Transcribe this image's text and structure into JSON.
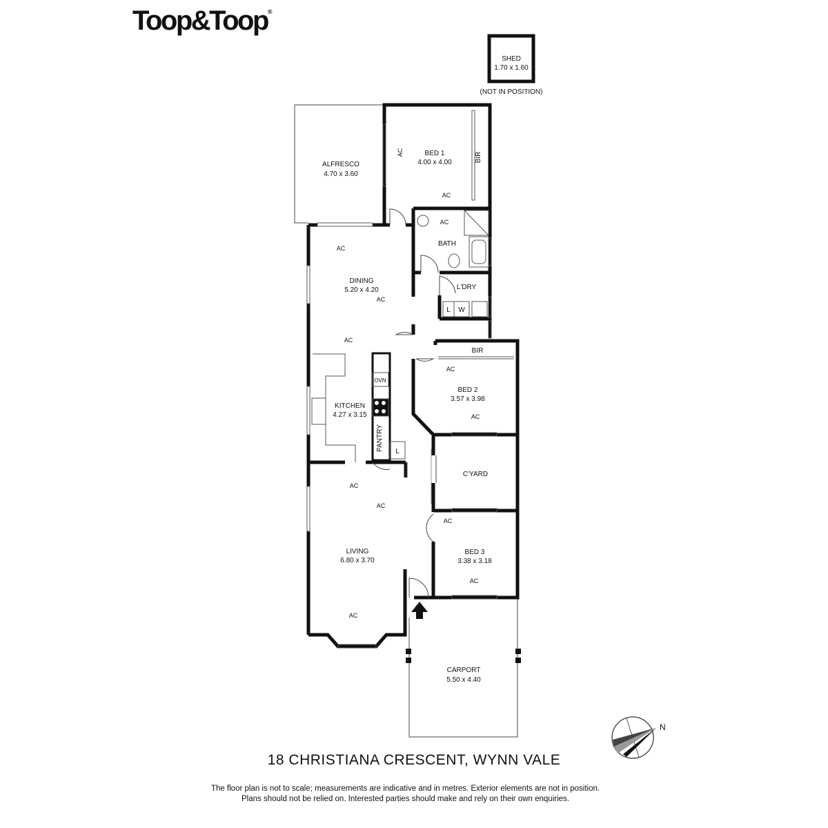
{
  "brand": {
    "name": "Toop&Toop",
    "registered_mark": "®"
  },
  "rooms": {
    "shed": {
      "name": "SHED",
      "dims": "1.70 x 1.60",
      "note": "(NOT IN POSITION)"
    },
    "alfresco": {
      "name": "ALFRESCO",
      "dims": "4.70 x 3.60"
    },
    "bed1": {
      "name": "BED 1",
      "dims": "4.00 x 4.00",
      "bir": "BIR"
    },
    "bath": {
      "name": "BATH"
    },
    "laundry": {
      "name": "L'DRY",
      "l": "L",
      "w": "W"
    },
    "dining": {
      "name": "DINING",
      "dims": "5.20 x 4.20"
    },
    "bed2": {
      "name": "BED 2",
      "dims": "3.57 x 3.98",
      "bir": "BIR"
    },
    "kitchen": {
      "name": "KITCHEN",
      "dims": "4.27 x 3.15",
      "oven": "OVN",
      "pantry": "PANTRY",
      "l": "L"
    },
    "courtyard": {
      "name": "C'YARD"
    },
    "living": {
      "name": "LIVING",
      "dims": "6.80 x 3.70"
    },
    "bed3": {
      "name": "BED 3",
      "dims": "3.38 x 3.18"
    },
    "carport": {
      "name": "CARPORT",
      "dims": "5.50 x 4.40"
    }
  },
  "ac_label": "AC",
  "compass": {
    "north": "N"
  },
  "address": "18 CHRISTIANA CRESCENT, WYNN VALE",
  "disclaimer": [
    "The floor plan is not to scale; measurements are indicative and in metres. Exterior elements are not in position.",
    "Plans should not be relied on. Interested parties should make and rely on their own enquiries."
  ]
}
